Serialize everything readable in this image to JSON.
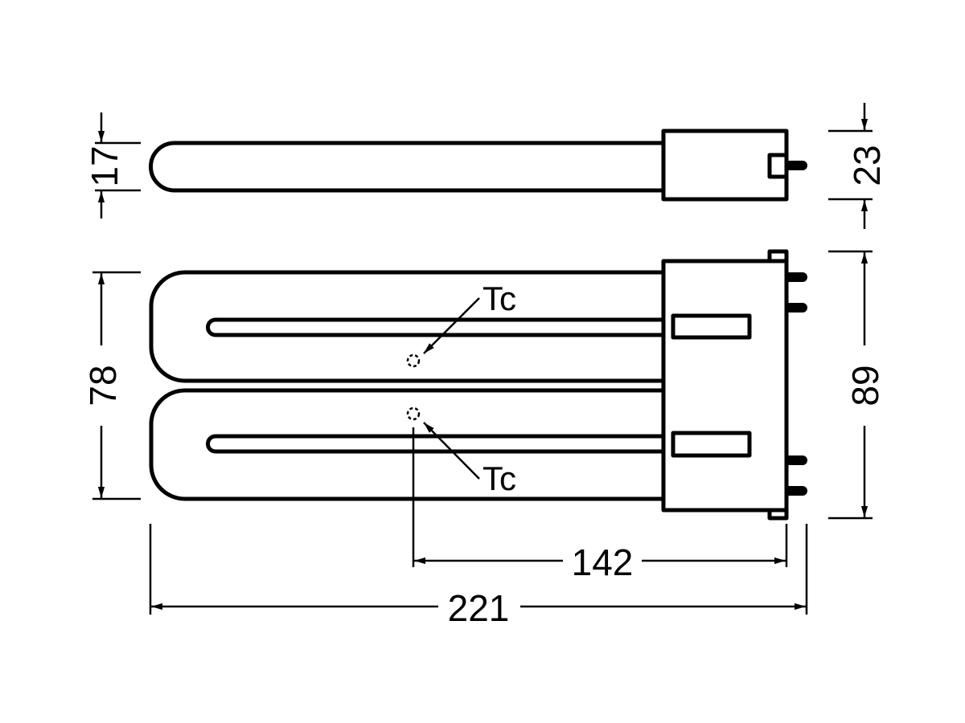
{
  "drawing": {
    "dimensions": {
      "tube_diameter": "17",
      "base_height": "23",
      "tube_width": "78",
      "base_width": "89",
      "tc_to_base": "142",
      "overall_length": "221"
    },
    "labels": {
      "tc_upper": "Tc",
      "tc_lower": "Tc"
    },
    "colors": {
      "line": "#000000",
      "background": "#ffffff"
    }
  }
}
